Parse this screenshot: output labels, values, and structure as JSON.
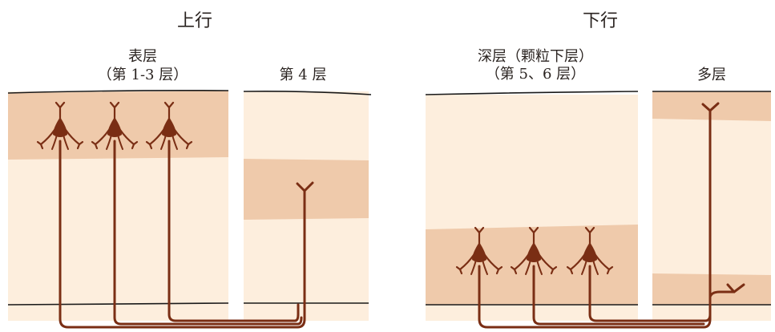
{
  "headings": {
    "ascending": "上行",
    "descending": "下行"
  },
  "panels": {
    "superficial": {
      "line1": "表层",
      "line2": "（第 1-3 层）"
    },
    "layer4": {
      "label": "第 4 层"
    },
    "deep": {
      "line1": "深层（颗粒下层）",
      "line2": "（第 5、6 层）"
    },
    "multiform": {
      "label": "多层"
    }
  },
  "colors": {
    "background": "#ffffff",
    "tissue_light": "#fdeedd",
    "tissue_band": "#efcaab",
    "neuron": "#7a2e14",
    "boundary_line": "#1a1a1a"
  }
}
